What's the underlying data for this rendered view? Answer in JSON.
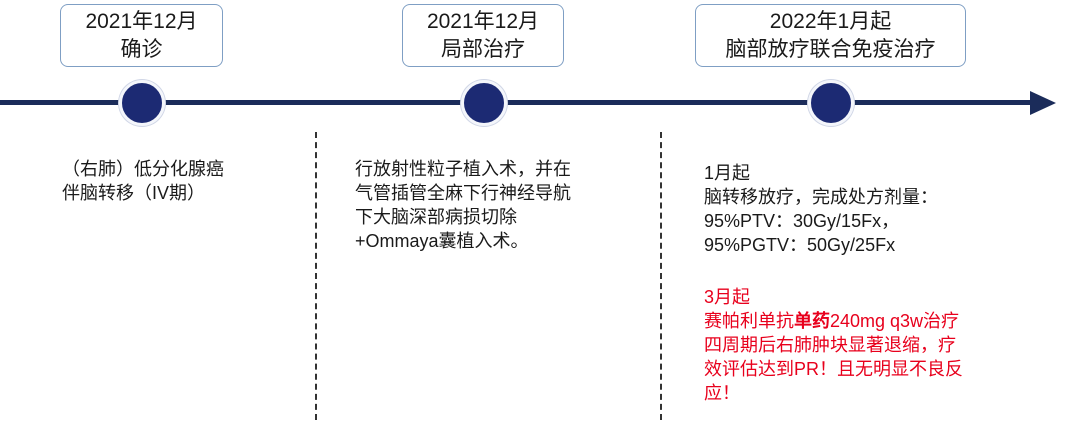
{
  "stages": [
    {
      "date": "2021年12月",
      "event": "确诊"
    },
    {
      "date": "2021年12月",
      "event": "局部治疗"
    },
    {
      "date": "2022年1月起",
      "event": "脑部放疗联合免疫治疗"
    }
  ],
  "col1": {
    "lines": [
      "（右肺）低分化腺癌",
      "伴脑转移（IV期）"
    ]
  },
  "col2": {
    "lines": [
      "行放射性粒子植入术，并在",
      "气管插管全麻下行神经导航",
      "下大脑深部病损切除",
      "+Ommaya囊植入术。"
    ]
  },
  "col3": {
    "jan_title": "1月起",
    "jan_lines": [
      "脑转移放疗，完成处方剂量：",
      "95%PTV：30Gy/15Fx，",
      "95%PGTV：50Gy/25Fx"
    ],
    "mar_title": "3月起",
    "mar_line1_a": "赛帕利单抗",
    "mar_line1_b": "单药",
    "mar_line1_c": "240mg q3w治疗",
    "mar_lines": [
      "四周期后右肺肿块显著退缩，疗",
      "效评估达到PR！且无明显不良反",
      "应！"
    ]
  },
  "colors": {
    "line": "#1b2c5a",
    "dot": "#1c2a73",
    "box_border": "#7f9fc4",
    "highlight": "#e8001c"
  }
}
